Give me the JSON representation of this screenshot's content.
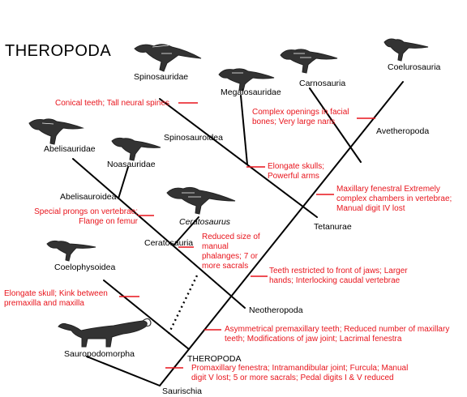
{
  "title": "THEROPODA",
  "colors": {
    "branch": "#000000",
    "synapomorphy": "#e8141c",
    "silhouette": "#222222"
  },
  "taxa": {
    "spinosauridae": "Spinosauridae",
    "megalosauridae": "Megalosauridae",
    "carnosauria": "Carnosauria",
    "coelurosauria": "Coelurosauria",
    "spinosauroidea": "Spinosauroidea",
    "avetheropoda": "Avetheropoda",
    "abelisauridae": "Abelisauridae",
    "noasauridae": "Noasauridae",
    "abelisauroidea": "Abelisauroidea",
    "ceratosaurus": "Ceratosaurus",
    "tetanurae": "Tetanurae",
    "ceratosauria": "Ceratosauria",
    "coelophysoidea": "Coelophysoidea",
    "neotheropoda": "Neotheropoda",
    "sauropodomorpha": "Sauropodomorpha",
    "theropoda": "THEROPODA",
    "saurischia": "Saurischia"
  },
  "synapomorphies": {
    "conical_teeth": "Conical teeth; Tall neural spines",
    "complex_openings": "Complex openings in facial bones; Very large naris",
    "elongate_skulls": "Elongate skulls; Powerful arms",
    "maxillary_fenestral": "Maxillary fenestral Extremely complex chambers in vertebrae; Manual digit IV lost",
    "special_prongs": "Special prongs on vertebrae; Flange on femur",
    "reduced_size": "Reduced size of manual phalanges; 7 or more sacrals",
    "teeth_restricted": "Teeth restricted to front of jaws; Larger hands; Interlocking caudal vertebrae",
    "elongate_skull": "Elongate skull; Kink between premaxilla and maxilla",
    "asymmetrical": "Asymmetrical premaxillary teeth; Reduced number of maxillary teeth; Modifications of jaw joint; Lacrimal fenestra",
    "promaxillary": "Promaxillary fenestra; Intramandibular joint; Furcula; Manual digit V lost; 5 or more sacrals; Pedal digits I & V reduced"
  },
  "silhouettes": [
    "spinosaurid-icon",
    "megalosaurid-icon",
    "carnosaur-icon",
    "coelurosaur-icon",
    "abelisaurid-icon",
    "noasaurid-icon",
    "ceratosaurus-icon",
    "coelophysoid-icon",
    "sauropodomorph-icon"
  ]
}
